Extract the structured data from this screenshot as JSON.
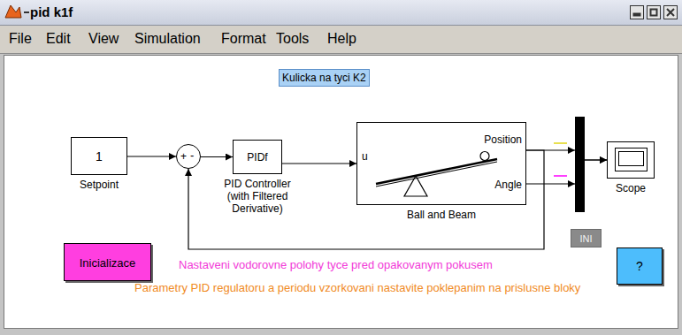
{
  "diagram": {
    "title": "Kulicka na tyci K2",
    "nodes": [
      {
        "text": [
          "1",
          "Setpoint"
        ]
      },
      {
        "text": [
          "+",
          "-"
        ]
      },
      {
        "text": [
          "PIDf",
          "PID Controller (with Filtered Derivative)"
        ]
      },
      {
        "text": [
          "u",
          "Position",
          "Angle",
          "Ball and Beam"
        ]
      },
      {
        "text": [
          "Scope"
        ]
      },
      {
        "text": [
          "Inicializace"
        ]
      },
      {
        "text": [
          "INI"
        ]
      },
      {
        "text": [
          "?"
        ]
      }
    ],
    "edges": [
      {
        "from": 0,
        "to": 1,
        "arrow": "to"
      },
      {
        "from": 1,
        "to": 2,
        "arrow": "to"
      },
      {
        "from": 2,
        "to": 3,
        "arrow": "to"
      },
      {
        "from": 3,
        "to": 4,
        "arrow": "to"
      },
      {
        "from": 3,
        "to": 4,
        "arrow": "to"
      },
      {
        "from": 3,
        "to": 1,
        "arrow": "to"
      }
    ],
    "labels": [
      "pid k1f",
      "File",
      "Edit",
      "View",
      "Simulation",
      "Format",
      "Tools",
      "Help",
      "Nastaveni vodorovne polohy tyce pred opakovanym pokusem",
      "Parametry PID regulatoru a periodu vzorkovani nastavite poklepanim na prislusne bloky"
    ]
  }
}
